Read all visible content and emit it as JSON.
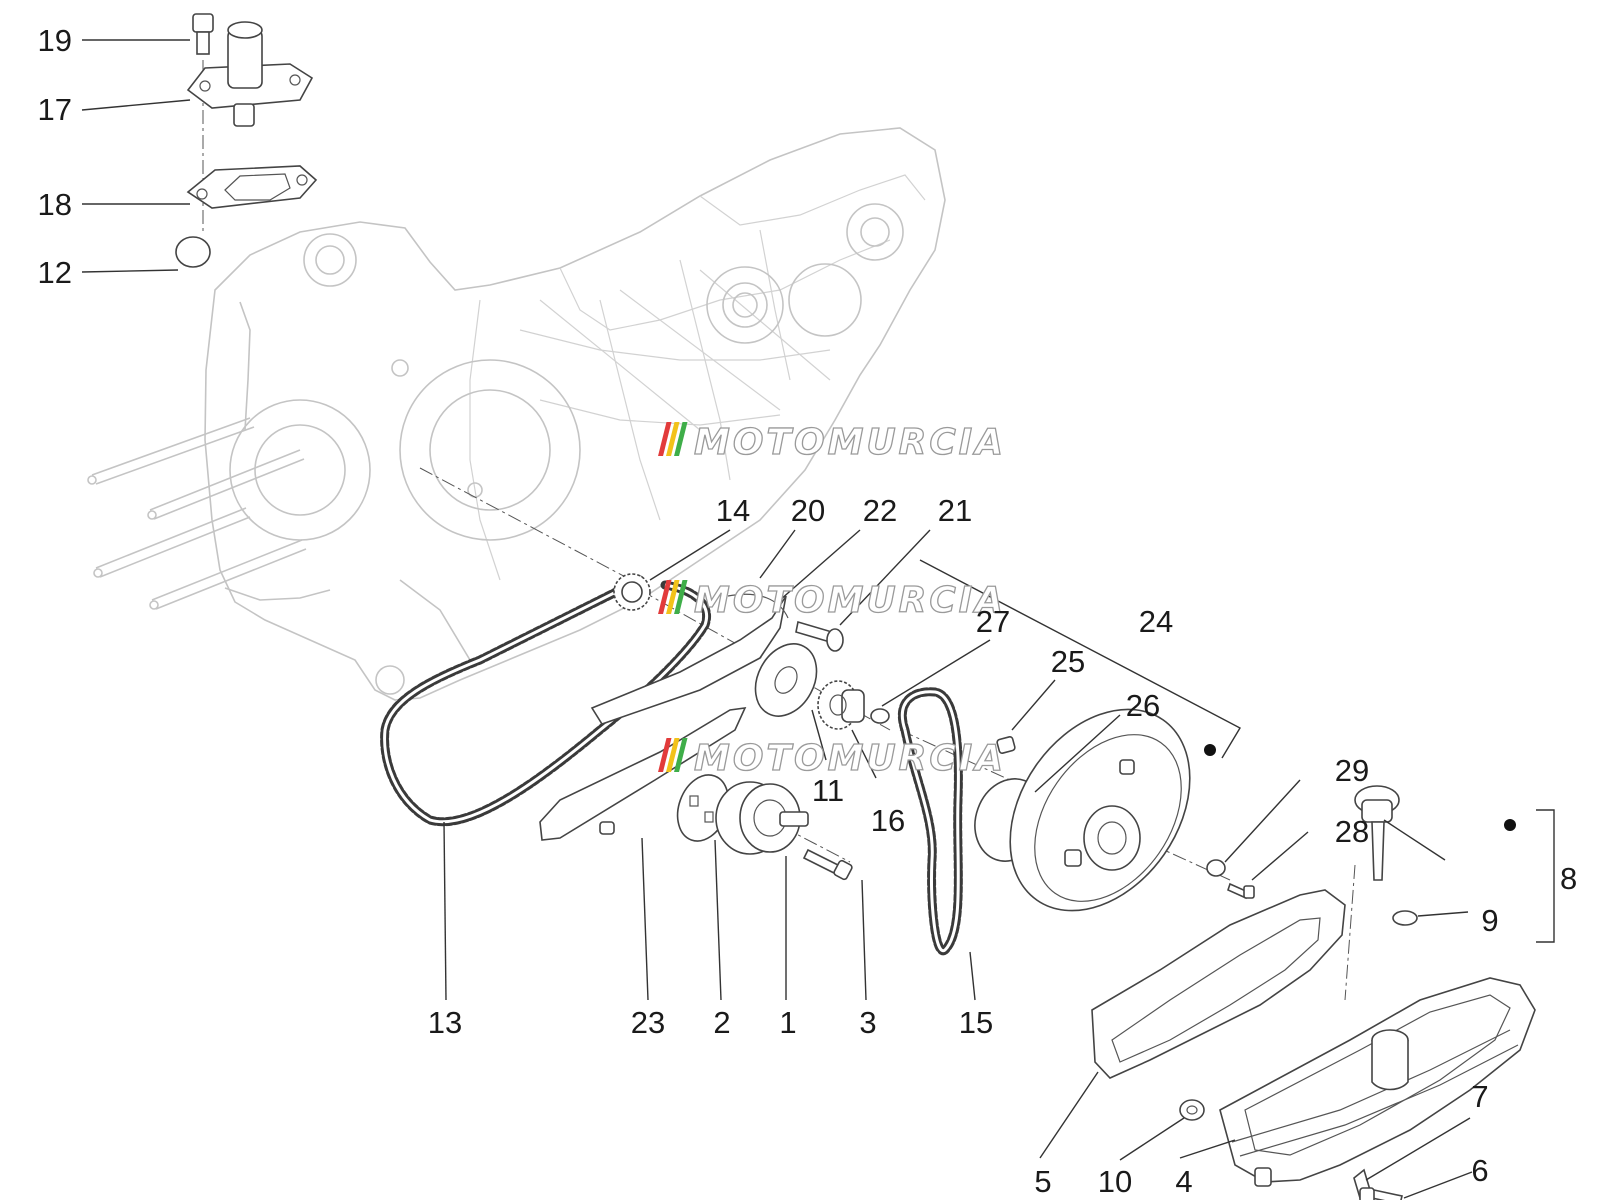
{
  "watermark": {
    "brand": "MOTOMURCIA",
    "stripe_colors": [
      "#e23b3b",
      "#f2c21a",
      "#3fae49"
    ]
  },
  "callouts": [
    {
      "id": "19",
      "label": "19"
    },
    {
      "id": "17",
      "label": "17"
    },
    {
      "id": "18",
      "label": "18"
    },
    {
      "id": "12",
      "label": "12"
    },
    {
      "id": "14",
      "label": "14"
    },
    {
      "id": "20",
      "label": "20"
    },
    {
      "id": "22",
      "label": "22"
    },
    {
      "id": "21",
      "label": "21"
    },
    {
      "id": "27",
      "label": "27"
    },
    {
      "id": "24",
      "label": "24"
    },
    {
      "id": "25",
      "label": "25"
    },
    {
      "id": "26",
      "label": "26"
    },
    {
      "id": "29",
      "label": "29"
    },
    {
      "id": "28",
      "label": "28"
    },
    {
      "id": "8",
      "label": "8"
    },
    {
      "id": "9",
      "label": "9"
    },
    {
      "id": "11",
      "label": "11"
    },
    {
      "id": "16",
      "label": "16"
    },
    {
      "id": "13",
      "label": "13"
    },
    {
      "id": "23",
      "label": "23"
    },
    {
      "id": "2",
      "label": "2"
    },
    {
      "id": "1",
      "label": "1"
    },
    {
      "id": "3",
      "label": "3"
    },
    {
      "id": "15",
      "label": "15"
    },
    {
      "id": "7",
      "label": "7"
    },
    {
      "id": "6",
      "label": "6"
    },
    {
      "id": "5",
      "label": "5"
    },
    {
      "id": "10",
      "label": "10"
    },
    {
      "id": "4",
      "label": "4"
    }
  ]
}
